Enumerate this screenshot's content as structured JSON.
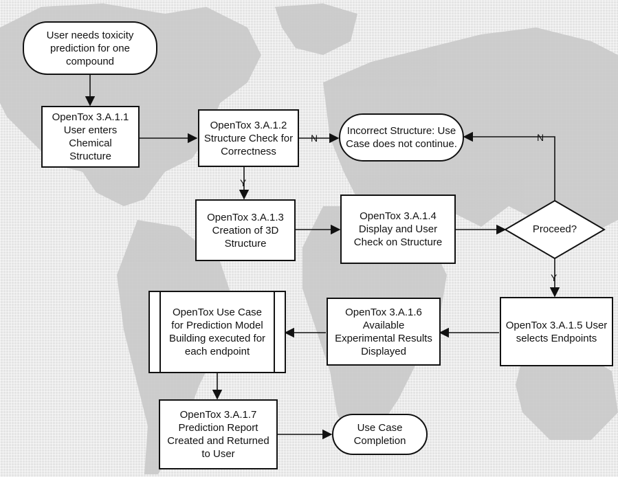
{
  "nodes": {
    "start": "User needs toxicity prediction for one compound",
    "n311": "OpenTox 3.A.1.1 User enters Chemical Structure",
    "n312": "OpenTox 3.A.1.2 Structure Check for Correctness",
    "incorrect": "Incorrect Structure: Use Case does not continue.",
    "n313": "OpenTox 3.A.1.3 Creation of 3D Structure",
    "n314": "OpenTox 3.A.1.4 Display and User Check on Structure",
    "proceed": "Proceed?",
    "n315": "OpenTox 3.A.1.5 User selects Endpoints",
    "n316": "OpenTox 3.A.1.6 Available Experimental Results Displayed",
    "usecase": "OpenTox Use Case for Prediction Model Building executed for each endpoint",
    "n317": "OpenTox 3.A.1.7 Prediction Report Created and Returned to User",
    "end": "Use Case Completion"
  },
  "edge_labels": {
    "check_no": "N",
    "check_yes": "Y",
    "proceed_no": "N",
    "proceed_yes": "Y"
  },
  "colors": {
    "background": "#e4e4e4",
    "land": "#c8c8c8",
    "node_fill": "#ffffff",
    "line": "#111111"
  }
}
